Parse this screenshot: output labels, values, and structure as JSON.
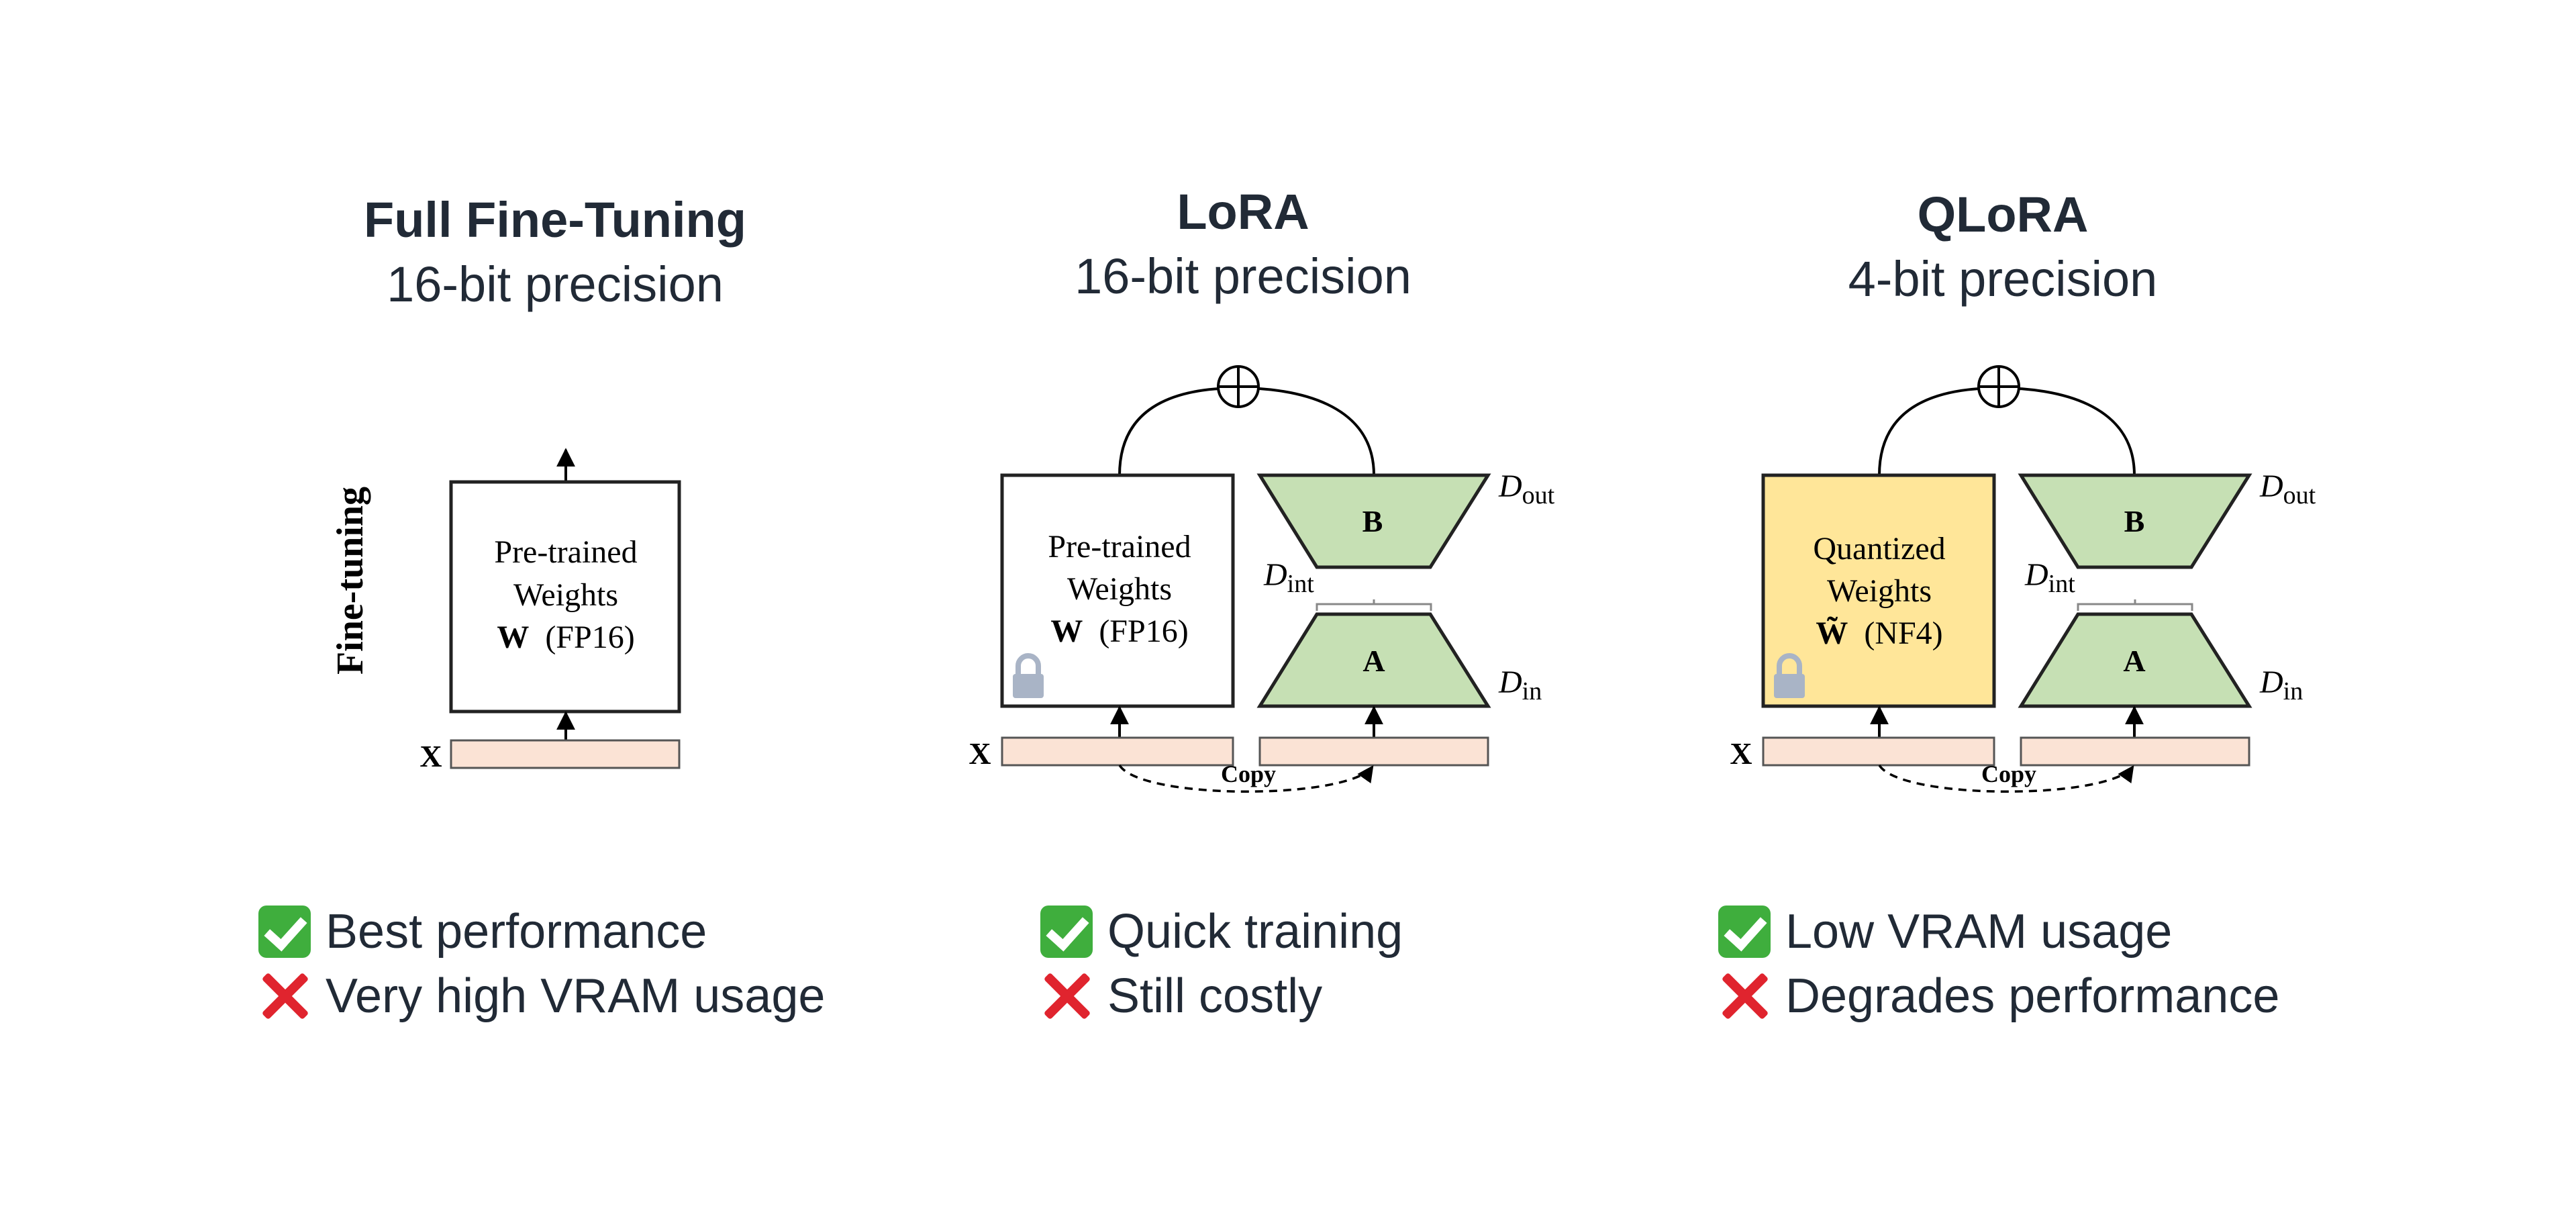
{
  "panels": [
    {
      "title": "Full Fine-Tuning",
      "precision": "16-bit precision",
      "diagram": {
        "side_label": "Fine-tuning",
        "weights_line1": "Pre-trained",
        "weights_line2": "Weights",
        "weights_symbol": "W",
        "weights_dtype": "(FP16)",
        "input_label": "X"
      },
      "pro": "Best performance",
      "con": "Very high VRAM usage"
    },
    {
      "title": "LoRA",
      "precision": "16-bit precision",
      "diagram": {
        "weights_line1": "Pre-trained",
        "weights_line2": "Weights",
        "weights_symbol": "W",
        "weights_dtype": "(FP16)",
        "input_label": "X",
        "matrix_b": "B",
        "matrix_a": "A",
        "d_out": "D",
        "d_out_sub": "out",
        "d_int": "D",
        "d_int_sub": "int",
        "d_in": "D",
        "d_in_sub": "in",
        "copy_label": "Copy"
      },
      "pro": "Quick training",
      "con": "Still costly"
    },
    {
      "title": "QLoRA",
      "precision": "4-bit precision",
      "diagram": {
        "weights_line1": "Quantized",
        "weights_line2": "Weights",
        "weights_symbol": "W̃",
        "weights_dtype": "(NF4)",
        "input_label": "X",
        "matrix_b": "B",
        "matrix_a": "A",
        "d_out": "D",
        "d_out_sub": "out",
        "d_int": "D",
        "d_int_sub": "int",
        "d_in": "D",
        "d_in_sub": "in",
        "copy_label": "Copy"
      },
      "pro": "Low VRAM usage",
      "con": "Degrades performance"
    }
  ],
  "colors": {
    "text": "#212a36",
    "input_bar": "#fbe3d5",
    "lora_matrix": "#c6e0b4",
    "quantized_weights": "#ffe699",
    "check_green": "#3fae3d",
    "cross_red": "#e0242e",
    "lock_icon": "#a9b4c6"
  },
  "icons": {
    "pro": "check-mark-icon",
    "con": "cross-mark-icon",
    "frozen": "lock-icon",
    "add": "circled-plus-icon"
  }
}
